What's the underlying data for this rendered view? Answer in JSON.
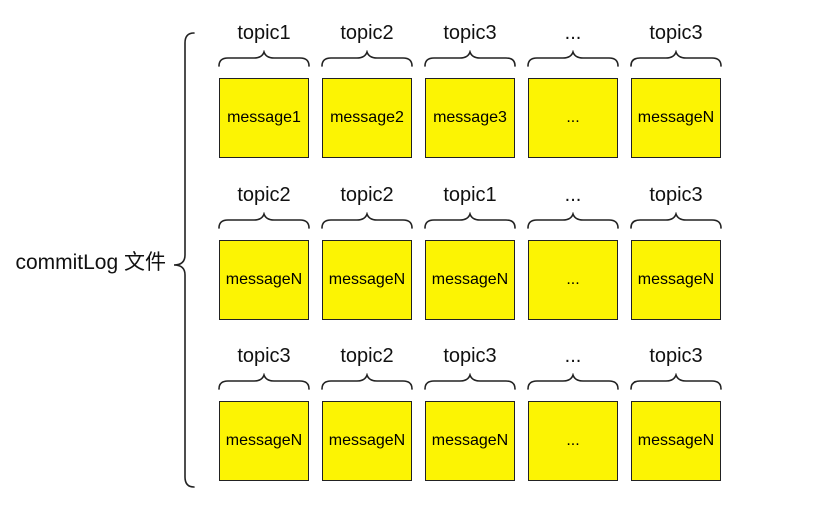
{
  "label": "commitLog 文件",
  "rows": [
    {
      "cells": [
        {
          "topic": "topic1",
          "message": "message1"
        },
        {
          "topic": "topic2",
          "message": "message2"
        },
        {
          "topic": "topic3",
          "message": "message3"
        },
        {
          "topic": "...",
          "message": "..."
        },
        {
          "topic": "topic3",
          "message": "messageN"
        }
      ]
    },
    {
      "cells": [
        {
          "topic": "topic2",
          "message": "messageN"
        },
        {
          "topic": "topic2",
          "message": "messageN"
        },
        {
          "topic": "topic1",
          "message": "messageN"
        },
        {
          "topic": "...",
          "message": "..."
        },
        {
          "topic": "topic3",
          "message": "messageN"
        }
      ]
    },
    {
      "cells": [
        {
          "topic": "topic3",
          "message": "messageN"
        },
        {
          "topic": "topic2",
          "message": "messageN"
        },
        {
          "topic": "topic3",
          "message": "messageN"
        },
        {
          "topic": "...",
          "message": "..."
        },
        {
          "topic": "topic3",
          "message": "messageN"
        }
      ]
    }
  ],
  "colors": {
    "box_fill": "#FCF403",
    "box_border": "#222222",
    "text": "#000000",
    "background": "#FFFFFF"
  }
}
